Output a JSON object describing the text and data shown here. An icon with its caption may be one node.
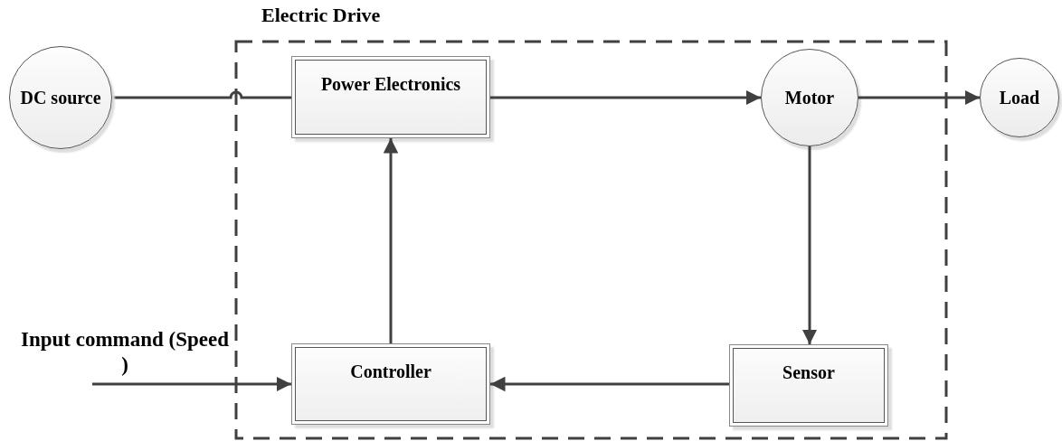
{
  "diagram": {
    "nodes": [
      {
        "text": [
          "Electric Drive"
        ]
      },
      {
        "text": [
          "DC source"
        ]
      },
      {
        "text": [
          "Power Electronics"
        ],
        "in": 0
      },
      {
        "text": [
          "Motor"
        ],
        "in": 0
      },
      {
        "text": [
          "Load"
        ]
      },
      {
        "text": [
          "Input command (Speed )"
        ]
      },
      {
        "text": [
          "Controller"
        ],
        "in": 0
      },
      {
        "text": [
          "Sensor"
        ],
        "in": 0
      }
    ],
    "edges": [
      {
        "from": 1,
        "to": 2,
        "arrow": "none"
      },
      {
        "from": 2,
        "to": 3,
        "arrow": "to"
      },
      {
        "from": 3,
        "to": 4,
        "arrow": "to"
      },
      {
        "from": 3,
        "to": 7,
        "arrow": "to"
      },
      {
        "from": 7,
        "to": 6,
        "arrow": "to"
      },
      {
        "from": 6,
        "to": 2,
        "arrow": "to"
      },
      {
        "from": 5,
        "to": 6,
        "arrow": "to"
      }
    ]
  }
}
